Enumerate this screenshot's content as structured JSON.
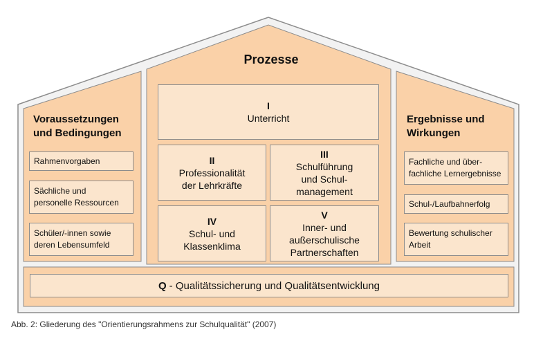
{
  "process": {
    "title": "Prozesse",
    "boxes": [
      {
        "num": "I",
        "lines": [
          "Unterricht"
        ]
      },
      {
        "num": "II",
        "lines": [
          "Professionalität",
          "der Lehrkräfte"
        ]
      },
      {
        "num": "III",
        "lines": [
          "Schulführung",
          "und Schul-",
          "management"
        ]
      },
      {
        "num": "IV",
        "lines": [
          "Schul- und",
          "Klassenklima"
        ]
      },
      {
        "num": "V",
        "lines": [
          "Inner- und",
          "außerschulische",
          "Partnerschaften"
        ]
      }
    ]
  },
  "left": {
    "title_lines": [
      "Voraussetzungen",
      "und Bedingungen"
    ],
    "items": [
      {
        "lines": [
          "Rahmenvorgaben"
        ]
      },
      {
        "lines": [
          "Sächliche und",
          "personelle Ressourcen"
        ]
      },
      {
        "lines": [
          "Schüler/-innen sowie",
          "deren Lebensumfeld"
        ]
      }
    ]
  },
  "right": {
    "title_lines": [
      "Ergebnisse und",
      "Wirkungen"
    ],
    "items": [
      {
        "lines": [
          "Fachliche und über-",
          "fachliche Lernergebnisse"
        ]
      },
      {
        "lines": [
          "Schul-/Laufbahnerfolg"
        ]
      },
      {
        "lines": [
          "Bewertung schulischer",
          "Arbeit"
        ]
      }
    ]
  },
  "quality": {
    "letter": "Q",
    "text": "- Qualitätssicherung und Qualitätsentwicklung"
  },
  "caption": "Abb. 2: Gliederung des \"Orientierungsrahmens zur Schulqualität\" (2007)",
  "colors": {
    "fill": "#fad1a8",
    "light_fill": "#fbe5cd",
    "house_bg": "#f2f2f2",
    "border": "#8c8c8c"
  }
}
